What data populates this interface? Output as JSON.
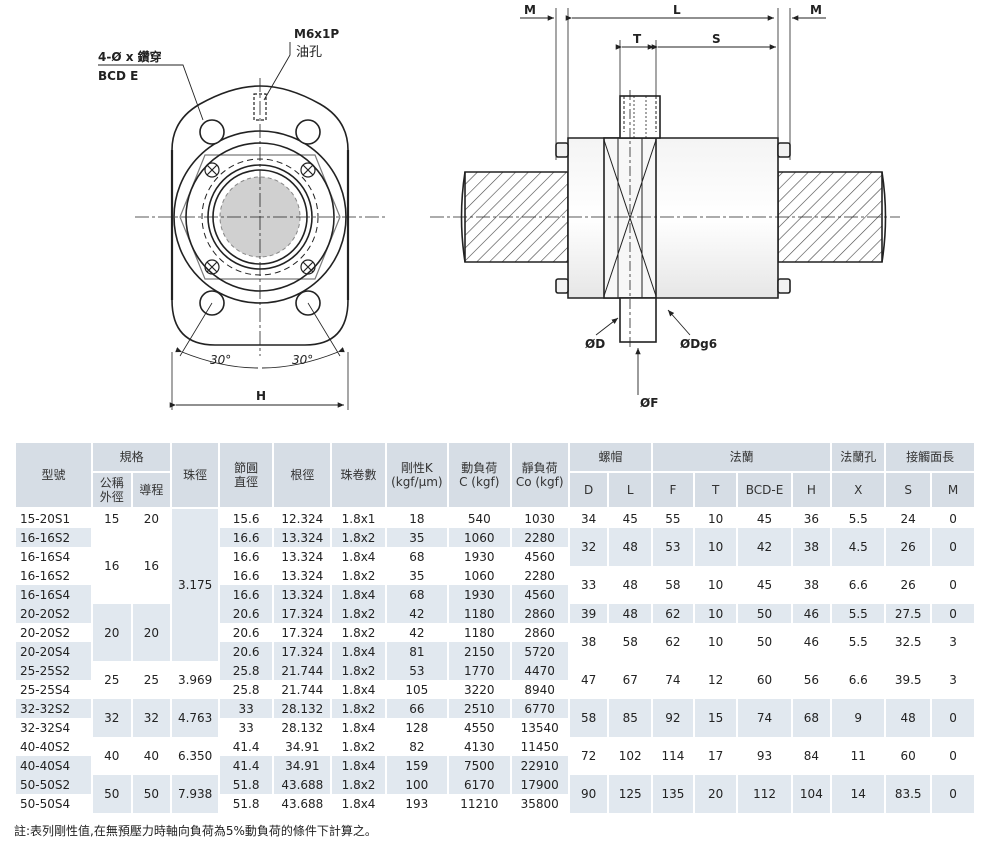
{
  "drawing_labels": {
    "holes": "4-Ø x 鑽穿",
    "bcd": "BCD E",
    "thread": "M6x1P",
    "oil_hole": "油孔",
    "angle_left": "30°",
    "angle_right": "30°",
    "h": "H",
    "m_left": "M",
    "l": "L",
    "m_right": "M",
    "t": "T",
    "s": "S",
    "d": "ØD",
    "dg6": "ØDg6",
    "f": "ØF"
  },
  "table": {
    "header": {
      "model": "型號",
      "spec_group": "規格",
      "nominal_od": "公稱\n外徑",
      "lead": "導程",
      "ball_dia": "珠徑",
      "pitch_dia": "節圓\n直徑",
      "root_dia": "根徑",
      "turns": "珠卷數",
      "stiffness": "剛性K\n(kgf/μm)",
      "dyn_load": "動負荷\nC (kgf)",
      "static_load": "靜負荷\nCo (kgf)",
      "nut_group": "螺帽",
      "flange_group": "法蘭",
      "flange_hole_group": "法蘭孔",
      "wiper_group": "接觸面長",
      "col_D": "D",
      "col_L": "L",
      "col_F": "F",
      "col_T": "T",
      "col_BCDE": "BCD-E",
      "col_H": "H",
      "col_X": "X",
      "col_S": "S",
      "col_M": "M"
    },
    "rows": [
      {
        "model": "15-20S1",
        "pitch": "15.6",
        "root": "12.324",
        "turns": "1.8x1",
        "k": "18",
        "c": "540",
        "co": "1030"
      },
      {
        "model": "16-16S2",
        "pitch": "16.6",
        "root": "13.324",
        "turns": "1.8x2",
        "k": "35",
        "c": "1060",
        "co": "2280"
      },
      {
        "model": "16-16S4",
        "pitch": "16.6",
        "root": "13.324",
        "turns": "1.8x4",
        "k": "68",
        "c": "1930",
        "co": "4560"
      },
      {
        "model": "16-16S2",
        "pitch": "16.6",
        "root": "13.324",
        "turns": "1.8x2",
        "k": "35",
        "c": "1060",
        "co": "2280"
      },
      {
        "model": "16-16S4",
        "pitch": "16.6",
        "root": "13.324",
        "turns": "1.8x4",
        "k": "68",
        "c": "1930",
        "co": "4560"
      },
      {
        "model": "20-20S2",
        "pitch": "20.6",
        "root": "17.324",
        "turns": "1.8x2",
        "k": "42",
        "c": "1180",
        "co": "2860"
      },
      {
        "model": "20-20S2",
        "pitch": "20.6",
        "root": "17.324",
        "turns": "1.8x2",
        "k": "42",
        "c": "1180",
        "co": "2860"
      },
      {
        "model": "20-20S4",
        "pitch": "20.6",
        "root": "17.324",
        "turns": "1.8x4",
        "k": "81",
        "c": "2150",
        "co": "5720"
      },
      {
        "model": "25-25S2",
        "pitch": "25.8",
        "root": "21.744",
        "turns": "1.8x2",
        "k": "53",
        "c": "1770",
        "co": "4470"
      },
      {
        "model": "25-25S4",
        "pitch": "25.8",
        "root": "21.744",
        "turns": "1.8x4",
        "k": "105",
        "c": "3220",
        "co": "8940"
      },
      {
        "model": "32-32S2",
        "pitch": "33",
        "root": "28.132",
        "turns": "1.8x2",
        "k": "66",
        "c": "2510",
        "co": "6770"
      },
      {
        "model": "32-32S4",
        "pitch": "33",
        "root": "28.132",
        "turns": "1.8x4",
        "k": "128",
        "c": "4550",
        "co": "13540"
      },
      {
        "model": "40-40S2",
        "pitch": "41.4",
        "root": "34.91",
        "turns": "1.8x2",
        "k": "82",
        "c": "4130",
        "co": "11450"
      },
      {
        "model": "40-40S4",
        "pitch": "41.4",
        "root": "34.91",
        "turns": "1.8x4",
        "k": "159",
        "c": "7500",
        "co": "22910"
      },
      {
        "model": "50-50S2",
        "pitch": "51.8",
        "root": "43.688",
        "turns": "1.8x2",
        "k": "100",
        "c": "6170",
        "co": "17900"
      },
      {
        "model": "50-50S4",
        "pitch": "51.8",
        "root": "43.688",
        "turns": "1.8x4",
        "k": "193",
        "c": "11210",
        "co": "35800"
      }
    ],
    "groups": [
      {
        "od": "15",
        "lead": "20"
      },
      {
        "od": "16",
        "lead": "16"
      },
      {
        "od": "20",
        "lead": "20"
      },
      {
        "od": "25",
        "lead": "25"
      },
      {
        "od": "32",
        "lead": "32"
      },
      {
        "od": "40",
        "lead": "40"
      },
      {
        "od": "50",
        "lead": "50"
      }
    ],
    "ball": {
      "b1": "3.175",
      "b2": "3.969",
      "b3": "4.763",
      "b4": "6.350",
      "b5": "7.938"
    },
    "dims": [
      {
        "D": "34",
        "L": "45",
        "F": "55",
        "T": "10",
        "BCDE": "45",
        "H": "36",
        "X": "5.5",
        "S": "24",
        "M": "0"
      },
      {
        "D": "32",
        "L": "48",
        "F": "53",
        "T": "10",
        "BCDE": "42",
        "H": "38",
        "X": "4.5",
        "S": "26",
        "M": "0"
      },
      {
        "D": "33",
        "L": "48",
        "F": "58",
        "T": "10",
        "BCDE": "45",
        "H": "38",
        "X": "6.6",
        "S": "26",
        "M": "0"
      },
      {
        "D": "39",
        "L": "48",
        "F": "62",
        "T": "10",
        "BCDE": "50",
        "H": "46",
        "X": "5.5",
        "S": "27.5",
        "M": "0"
      },
      {
        "D": "38",
        "L": "58",
        "F": "62",
        "T": "10",
        "BCDE": "50",
        "H": "46",
        "X": "5.5",
        "S": "32.5",
        "M": "3"
      },
      {
        "D": "47",
        "L": "67",
        "F": "74",
        "T": "12",
        "BCDE": "60",
        "H": "56",
        "X": "6.6",
        "S": "39.5",
        "M": "3"
      },
      {
        "D": "58",
        "L": "85",
        "F": "92",
        "T": "15",
        "BCDE": "74",
        "H": "68",
        "X": "9",
        "S": "48",
        "M": "0"
      },
      {
        "D": "72",
        "L": "102",
        "F": "114",
        "T": "17",
        "BCDE": "93",
        "H": "84",
        "X": "11",
        "S": "60",
        "M": "0"
      },
      {
        "D": "90",
        "L": "125",
        "F": "135",
        "T": "20",
        "BCDE": "112",
        "H": "104",
        "X": "14",
        "S": "83.5",
        "M": "0"
      }
    ]
  },
  "note": "註:表列剛性值,在無預壓力時軸向負荷為5%動負荷的條件下計算之。"
}
